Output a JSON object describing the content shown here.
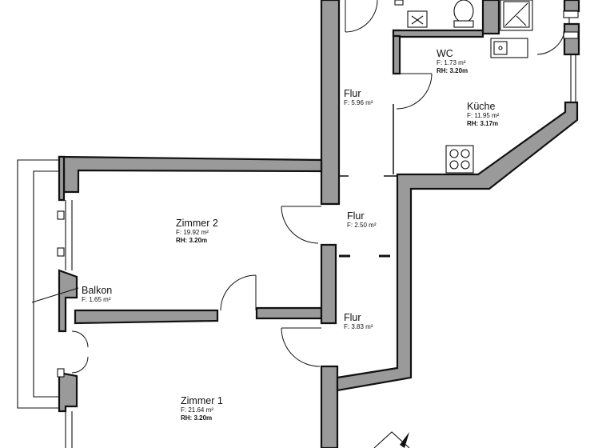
{
  "rooms": [
    {
      "id": "wc",
      "name": "WC",
      "area_label": "F:",
      "area": "1.73",
      "unit": "m²",
      "rh_label": "RH:",
      "rh": "3.20m"
    },
    {
      "id": "flur1",
      "name": "Flur",
      "area_label": "F:",
      "area": "5.96",
      "unit": "m²"
    },
    {
      "id": "kueche",
      "name": "Küche",
      "area_label": "F:",
      "area": "11.95",
      "unit": "m²",
      "rh_label": "RH:",
      "rh": "3.17m"
    },
    {
      "id": "zimmer2",
      "name": "Zimmer 2",
      "area_label": "F:",
      "area": "19.92",
      "unit": "m²",
      "rh_label": "RH:",
      "rh": "3.20m"
    },
    {
      "id": "flur2",
      "name": "Flur",
      "area_label": "F:",
      "area": "2.50",
      "unit": "m²"
    },
    {
      "id": "balkon",
      "name": "Balkon",
      "area_label": "F:",
      "area": "1.65",
      "unit": "m²"
    },
    {
      "id": "flur3",
      "name": "Flur",
      "area_label": "F:",
      "area": "3.83",
      "unit": "m²"
    },
    {
      "id": "zimmer1",
      "name": "Zimmer 1",
      "area_label": "F:",
      "area": "21.64",
      "unit": "m²",
      "rh_label": "RH:",
      "rh": "3.20m"
    }
  ],
  "colors": {
    "wall_fill": "#9a9a9a",
    "line": "#111111",
    "background": "#ffffff"
  },
  "icons": [
    "toilet-icon",
    "sink-icon",
    "shower-icon",
    "kitchen-sink-icon",
    "stove-icon",
    "north-arrow-icon"
  ]
}
